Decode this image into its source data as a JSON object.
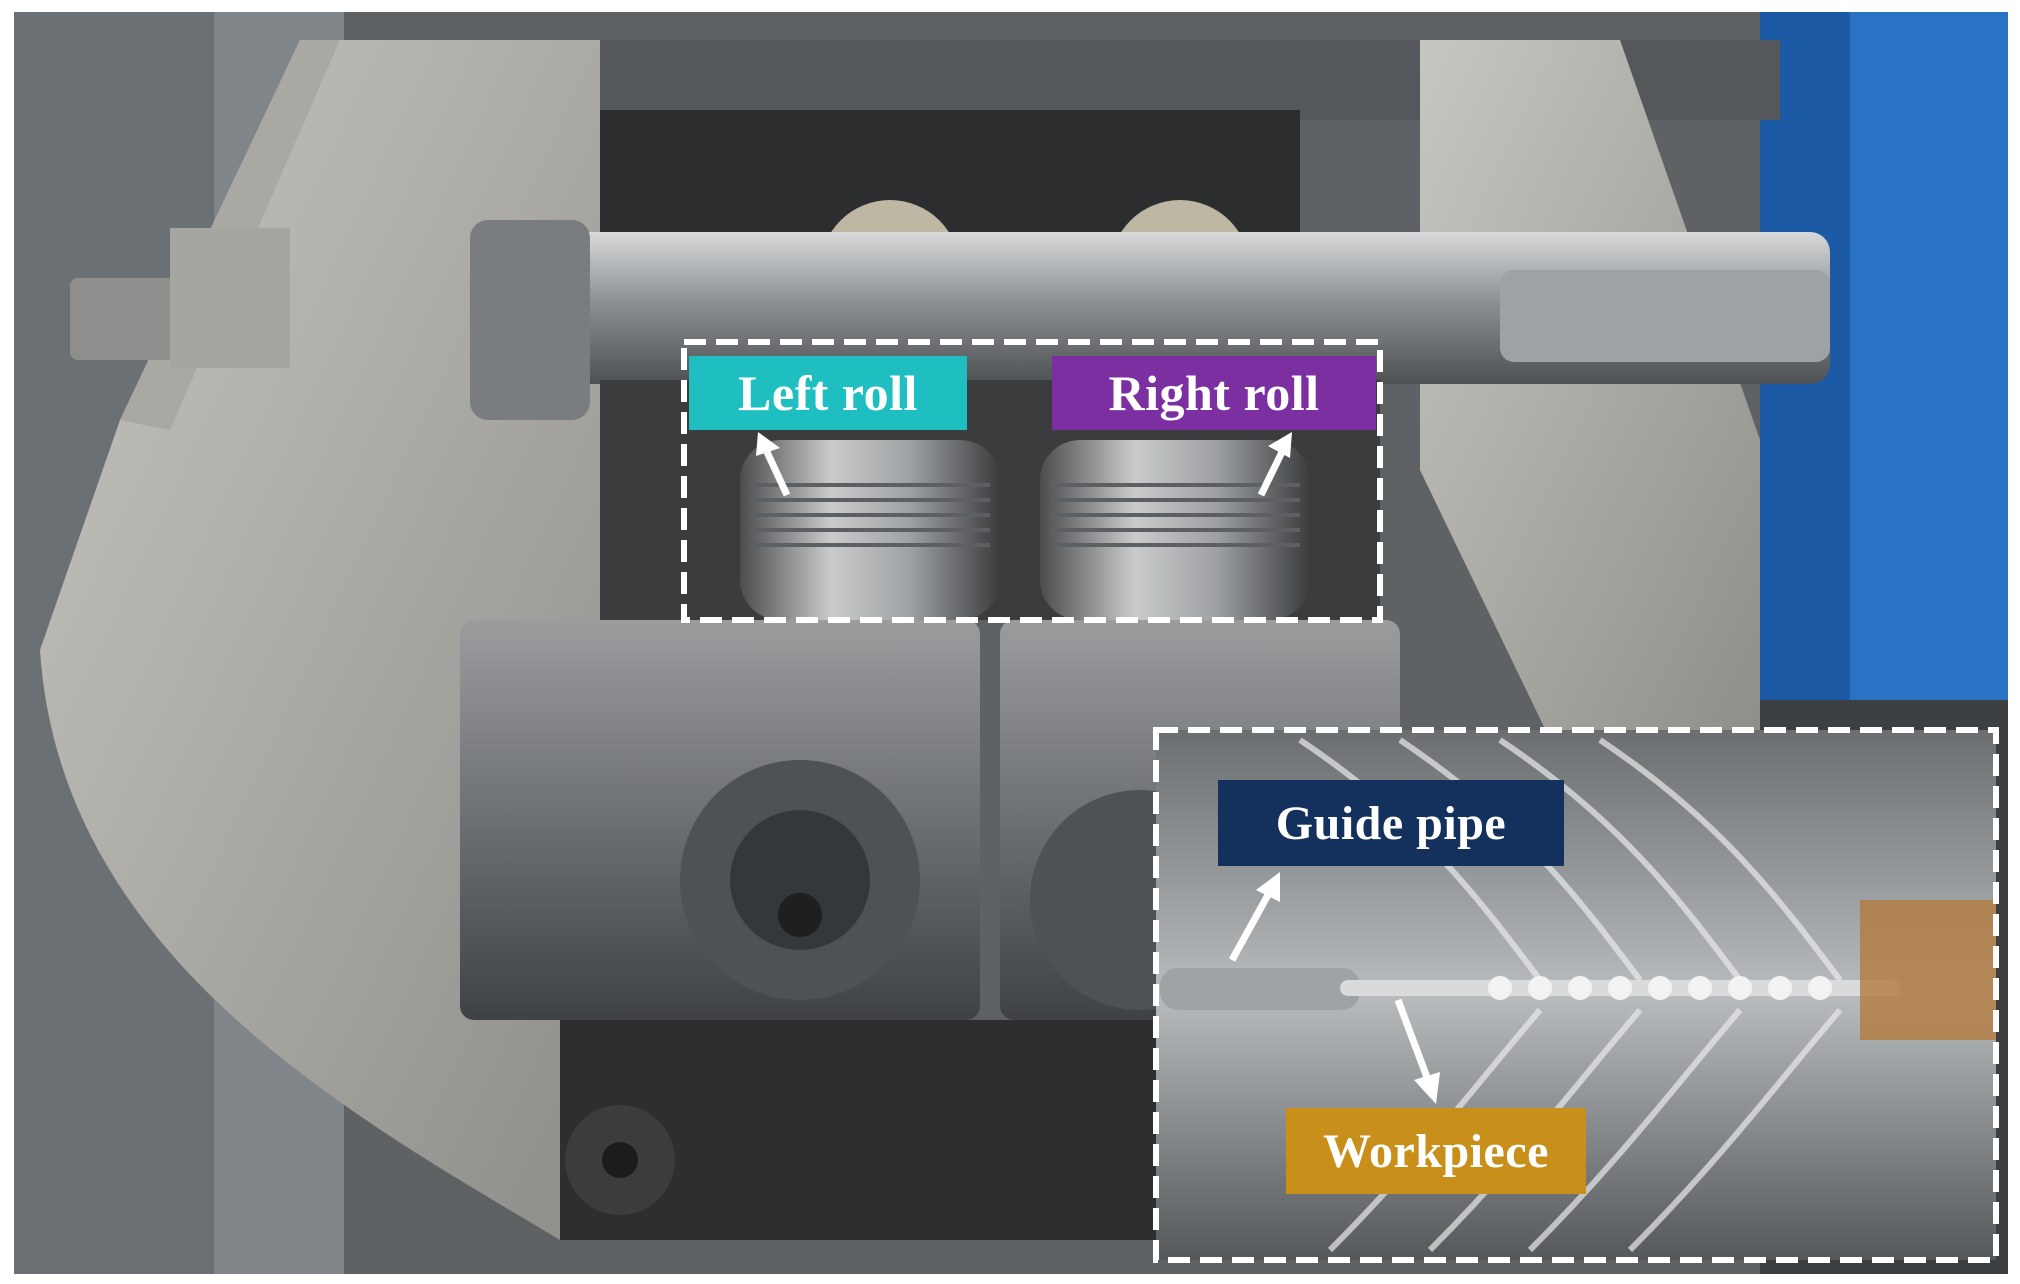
{
  "labels": {
    "left_roll": "Left roll",
    "right_roll": "Right roll",
    "guide_pipe": "Guide pipe",
    "workpiece": "Workpiece"
  },
  "colors": {
    "left_roll": "#1fbfc1",
    "right_roll": "#7b2fa0",
    "guide_pipe": "#14305c",
    "workpiece": "#c8901a",
    "callout_frame": "#ffffff",
    "arrow": "#ffffff"
  },
  "icons": {
    "roll_arrow": "arrow-up-icon",
    "guide_arrow": "arrow-up-right-icon",
    "workpiece_arrow": "arrow-down-icon"
  }
}
